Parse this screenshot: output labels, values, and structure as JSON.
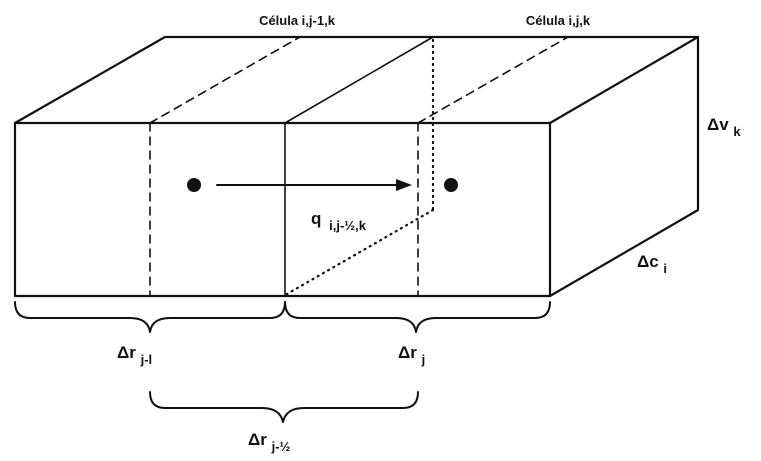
{
  "labels": {
    "cell_left": "Célula i,j-1,k",
    "cell_right": "Célula i,j,k",
    "flux_main": "q",
    "flux_sub": "i,j-½,k",
    "dv_main": "Δv",
    "dv_sub": "k",
    "dc_main": "Δc",
    "dc_sub": "i",
    "dr_left_main": "Δr",
    "dr_left_sub": "j-l",
    "dr_right_main": "Δr",
    "dr_right_sub": "j",
    "dr_half_main": "Δr",
    "dr_half_sub": "j-½"
  },
  "colors": {
    "ink": "#111111",
    "background": "#ffffff"
  }
}
